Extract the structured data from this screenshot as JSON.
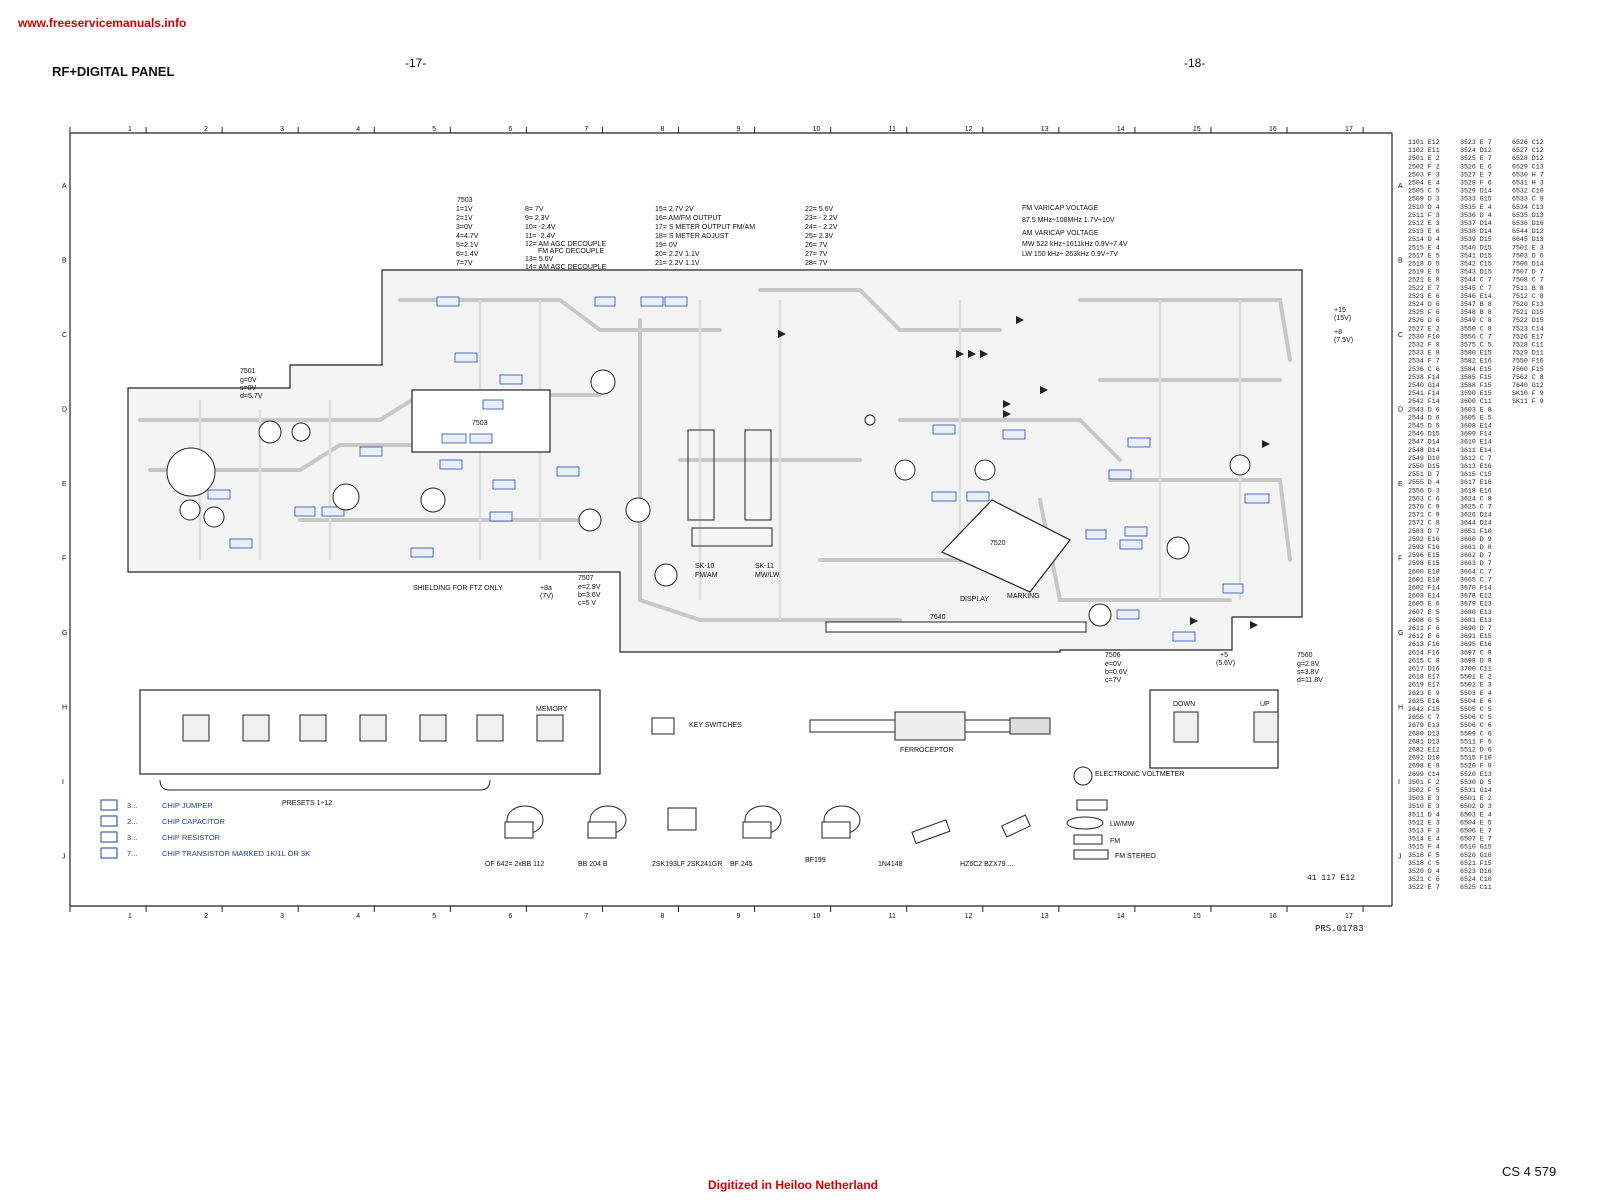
{
  "header": {
    "watermark": "www.freeservicemanuals.info",
    "title": "RF+DIGITAL PANEL",
    "page_left": "-17-",
    "page_right": "-18-"
  },
  "grid": {
    "columns": [
      "1",
      "2",
      "3",
      "4",
      "5",
      "6",
      "7",
      "8",
      "9",
      "10",
      "11",
      "12",
      "13",
      "14",
      "15",
      "16",
      "17"
    ],
    "rows": [
      "A",
      "B",
      "C",
      "D",
      "E",
      "F",
      "G",
      "H",
      "I",
      "J"
    ]
  },
  "pin_notes": {
    "ic7503_label": "7503",
    "ic7503_pins": [
      "1=1V",
      "2=1V",
      "3=0V",
      "4=4.7V",
      "5=2.1V",
      "6=1.4V",
      "7=7V"
    ],
    "col2": [
      "8= 7V",
      "9= 2.3V",
      "10= -2.4V",
      "11= -2.4V",
      "12= AM AGC DECOUPLE",
      "FM AFC DECOUPLE",
      "13= 5.6V",
      "14= AM AGC DECOUPLE"
    ],
    "col3": [
      "15= 2.7V 2V",
      "16= AM/FM OUTPUT",
      "17= S METER OUTPUT FM/AM",
      "18= S METER ADJUST",
      "19= 0V",
      "20= 2.2V 1.1V",
      "21= 2.2V 1.1V"
    ],
    "col4": [
      "22= 5.6V",
      "23= - 2.2V",
      "24= - 2.2V",
      "25= 2.3V",
      "26= 7V",
      "27= 7V",
      "28= 7V"
    ]
  },
  "varicap": {
    "fm_title": "FM VARICAP VOLTAGE",
    "fm_line": "87.5 MHz÷108MHz   1.7V÷10V",
    "am_title": "AM VARICAP VOLTAGE",
    "am_mw": "MW 522 kHz÷1611kHz   0.9V÷7.4V",
    "am_lw": "LW 150 kHz÷ 263kHz   0.9V÷7V"
  },
  "transistor_notes": {
    "t7501": [
      "7501",
      "g=0V",
      "s=0V",
      "d=5.7V"
    ],
    "t7507": [
      "7507",
      "e=2.9V",
      "b=3.6V",
      "c=5 V"
    ],
    "t7506": [
      "7506",
      "e=0V",
      "b=0.6V",
      "c=7V"
    ],
    "t7560": [
      "7560",
      "g=2.8V",
      "s=3.8V",
      "d=11.8V"
    ],
    "supply_15": [
      "+15",
      "(15V)"
    ],
    "supply_8": [
      "+8",
      "(7.5V)"
    ],
    "supply_5": [
      "+5",
      "(5.6V)"
    ],
    "supply_8a": [
      "+8a",
      "(7V)"
    ]
  },
  "board_labels": {
    "shielding": "SHIELDING FOR FTZ ONLY",
    "display": "DISPLAY",
    "marking": "MARKING",
    "sk10": "SK-10",
    "sk10b": "FM/AM",
    "sk11": "SK-11",
    "sk11b": "MW/LW",
    "ic7520": "7520",
    "ic7503": "7503",
    "conn7640": "7640",
    "memory": "MEMORY",
    "presets": "PRESETS 1÷12",
    "key_switches": "KEY SWITCHES",
    "ferroceptor": "FERROCEPTOR",
    "electronic_voltmeter": "ELECTRONIC VOLTMETER",
    "down": "DOWN",
    "up": "UP"
  },
  "legend": [
    {
      "mark": "3...",
      "text": "CHIP JUMPER"
    },
    {
      "mark": "2...",
      "text": "CHIP CAPACITOR"
    },
    {
      "mark": "3...",
      "text": "CHIP RESISTOR"
    },
    {
      "mark": "7...",
      "text": "CHIP TRANSISTOR MARKED 1K/1L OR 3K"
    }
  ],
  "meter_legend": [
    "LW/MW",
    "FM",
    "FM STEREO"
  ],
  "components": [
    "OF 642= 2xBB 112",
    "BB 204 B",
    "2SK193LF 2SK241GR",
    "BF 245",
    "BF199",
    "1N4148",
    "HZ6C2 BZX79...."
  ],
  "parts_table": [
    "1101 E12",
    "1102 E11",
    "2501 E 2",
    "2502 F 2",
    "2503 F 3",
    "2504 E 4",
    "2505 C 5",
    "2509 D 3",
    "2510 D 4",
    "2511 F 3",
    "2512 E 3",
    "2513 E 6",
    "2514 D 4",
    "2515 E 4",
    "2517 E 5",
    "2518 D 5",
    "2519 E 5",
    "2521 E 8",
    "2522 E 7",
    "2523 E 6",
    "2524 D 6",
    "2525 F 6",
    "2526 D 6",
    "2527 E 2",
    "2530 F10",
    "2532 F 8",
    "2533 E 8",
    "2534 F 7",
    "2536 C 6",
    "2538 F14",
    "2540 G14",
    "2541 F14",
    "2542 F14",
    "2543 D 6",
    "2544 D 6",
    "2545 D 5",
    "2546 D15",
    "2547 D14",
    "2548 D14",
    "2549 D10",
    "2550 D15",
    "2551 D 7",
    "2555 D 4",
    "2556 D 3",
    "2563 C 6",
    "2570 C 9",
    "2571 C 9",
    "2572 C 8",
    "2583 D 7",
    "2592 E16",
    "2593 F16",
    "2596 E15",
    "2598 E15",
    "2600 E10",
    "2601 E10",
    "2602 F14",
    "2603 E14",
    "2605 E 6",
    "2607 E 5",
    "2608 G 5",
    "2611 F 6",
    "2612 E 6",
    "2613 F16",
    "2614 F16",
    "2615 C 8",
    "2617 D16",
    "2618 E17",
    "2619 E17",
    "2623 E 9",
    "2625 E16",
    "2642 F15",
    "2655 C 7",
    "2679 E13",
    "2680 D13",
    "2681 D13",
    "2682 E12",
    "2692 D10",
    "2698 E 8",
    "2699 C14",
    "3501 F 2",
    "3502 F 5",
    "3503 E 3",
    "3510 E 3",
    "3511 D 4",
    "3512 E 3",
    "3513 F 3",
    "3514 E 4",
    "3515 F 4",
    "3516 F 5",
    "3518 C 5",
    "3520 D 4",
    "3521 C 6",
    "3522 E 7",
    "3523 E 7",
    "3524 D12",
    "3525 E 7",
    "3526 E 6",
    "3527 E 7",
    "3528 F 6",
    "3529 D14",
    "3533 G15",
    "3535 E 4",
    "3536 D 4",
    "3537 D14",
    "3538 D14",
    "3539 D15",
    "3540 D15",
    "3541 D15",
    "3542 C15",
    "3543 D15",
    "3544 C 7",
    "3545 C 7",
    "3546 E14",
    "3547 B 8",
    "3548 B 8",
    "3549 C 8",
    "3550 C 8",
    "3556 C 7",
    "3575 C 5",
    "3580 E15",
    "3582 E16",
    "3584 E15",
    "3585 F15",
    "3588 F15",
    "3590 E15",
    "3600 C11",
    "3603 E 8",
    "3605 E 5",
    "3608 E14",
    "3609 F14",
    "3610 E14",
    "3611 E14",
    "3612 C 7",
    "3613 E16",
    "3615 C15",
    "3617 E16",
    "3618 E16",
    "3624 C 8",
    "3625 C 7",
    "3626 D14",
    "3644 D14",
    "3651 F10",
    "3660 D 9",
    "3661 D 8",
    "3662 D 7",
    "3663 D 7",
    "3664 C 7",
    "3665 C 7",
    "3670 F14",
    "3678 E12",
    "3679 E13",
    "3680 E13",
    "3681 E13",
    "3690 D 7",
    "3691 E15",
    "3695 E16",
    "3697 C 8",
    "3698 D 8",
    "3700 C11",
    "5501 E 2",
    "5502 E 3",
    "5503 E 4",
    "5504 E 6",
    "5505 C 5",
    "5506 C 5",
    "5506 C 6",
    "5509 C 6",
    "5511 F 5",
    "5512 D 6",
    "5515 F10",
    "5520 F 8",
    "5520 E13",
    "5530 D 5",
    "5531 G14",
    "6501 E 2",
    "6502 D 3",
    "6503 E 4",
    "6504 E 5",
    "6506 E 7",
    "6507 E 7",
    "6510 G15",
    "6520 G16",
    "6521 F15",
    "6523 D16",
    "6524 C10",
    "6525 C11",
    "6526 C12",
    "6527 C12",
    "6528 D12",
    "6529 C13",
    "6530 H 7",
    "6531 H 3",
    "6532 C10",
    "6533 C 9",
    "6534 C13",
    "6535 D13",
    "6536 D16",
    "6544 D12",
    "6645 D13",
    "7501 E 3",
    "7503 D 6",
    "7506 D14",
    "7507 D 7",
    "7508 C 7",
    "7511 B 8",
    "7512 C 8",
    "7520 F13",
    "7521 D15",
    "7522 D15",
    "7523 C14",
    "7526 E17",
    "7528 C11",
    "7529 D11",
    "7550 F16",
    "7560 F15",
    "7562 C 8",
    "7640 G12",
    "SK10 F 9",
    "SK11 F 9"
  ]
}
